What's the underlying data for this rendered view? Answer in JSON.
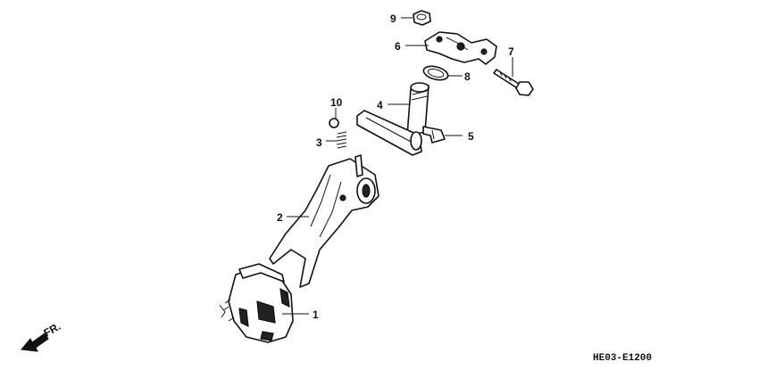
{
  "callouts": [
    {
      "id": "1",
      "label": "1"
    },
    {
      "id": "2",
      "label": "2"
    },
    {
      "id": "3",
      "label": "3"
    },
    {
      "id": "4",
      "label": "4"
    },
    {
      "id": "5",
      "label": "5"
    },
    {
      "id": "6",
      "label": "6"
    },
    {
      "id": "7",
      "label": "7"
    },
    {
      "id": "8",
      "label": "8"
    },
    {
      "id": "9",
      "label": "9"
    },
    {
      "id": "10",
      "label": "10"
    }
  ],
  "direction_label": "FR.",
  "diagram_code": "HE03-E1200",
  "colors": {
    "line": "#111111",
    "background": "#ffffff"
  }
}
